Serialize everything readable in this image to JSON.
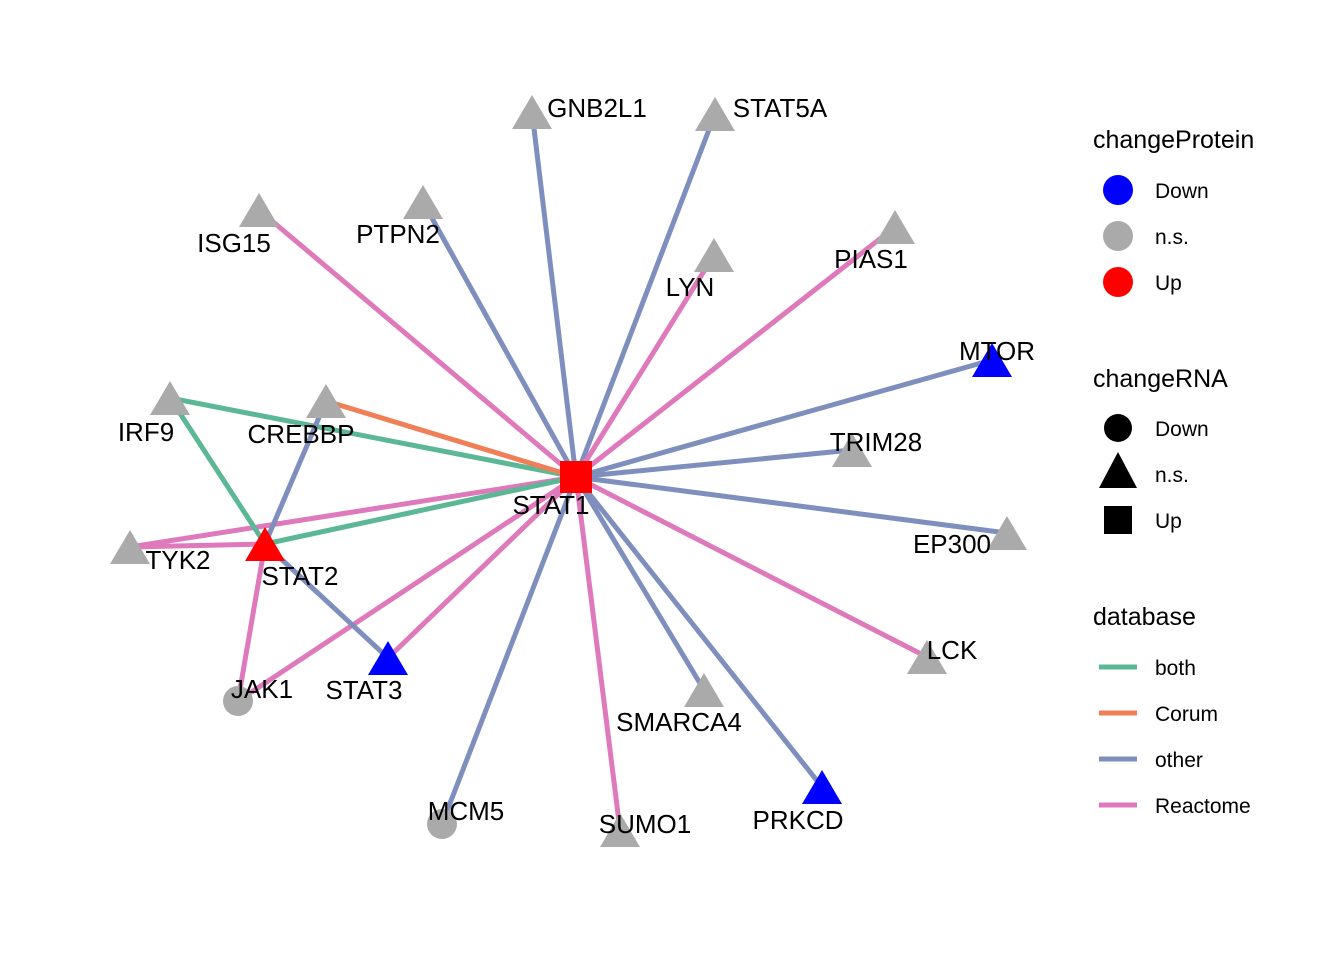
{
  "colors": {
    "protein": {
      "Down": "#0000FF",
      "n.s.": "#AAAAAA",
      "Up": "#FF0000"
    },
    "database": {
      "both": "#5BB795",
      "Corum": "#F07F57",
      "other": "#7F8FBD",
      "Reactome": "#DE79BC"
    },
    "legend_shape_fill": "#000000"
  },
  "nodes": [
    {
      "id": "STAT1",
      "label": "STAT1",
      "protein": "Up",
      "rna": "Up"
    },
    {
      "id": "GNB2L1",
      "label": "GNB2L1",
      "protein": "n.s.",
      "rna": "n.s."
    },
    {
      "id": "STAT5A",
      "label": "STAT5A",
      "protein": "n.s.",
      "rna": "n.s."
    },
    {
      "id": "ISG15",
      "label": "ISG15",
      "protein": "n.s.",
      "rna": "n.s."
    },
    {
      "id": "PTPN2",
      "label": "PTPN2",
      "protein": "n.s.",
      "rna": "n.s."
    },
    {
      "id": "LYN",
      "label": "LYN",
      "protein": "n.s.",
      "rna": "n.s."
    },
    {
      "id": "PIAS1",
      "label": "PIAS1",
      "protein": "n.s.",
      "rna": "n.s."
    },
    {
      "id": "MTOR",
      "label": "MTOR",
      "protein": "Down",
      "rna": "n.s."
    },
    {
      "id": "IRF9",
      "label": "IRF9",
      "protein": "n.s.",
      "rna": "n.s."
    },
    {
      "id": "CREBBP",
      "label": "CREBBP",
      "protein": "n.s.",
      "rna": "n.s."
    },
    {
      "id": "TRIM28",
      "label": "TRIM28",
      "protein": "n.s.",
      "rna": "n.s."
    },
    {
      "id": "EP300",
      "label": "EP300",
      "protein": "n.s.",
      "rna": "n.s."
    },
    {
      "id": "TYK2",
      "label": "TYK2",
      "protein": "n.s.",
      "rna": "n.s."
    },
    {
      "id": "STAT2",
      "label": "STAT2",
      "protein": "Up",
      "rna": "n.s."
    },
    {
      "id": "LCK",
      "label": "LCK",
      "protein": "n.s.",
      "rna": "n.s."
    },
    {
      "id": "JAK1",
      "label": "JAK1",
      "protein": "n.s.",
      "rna": "Down"
    },
    {
      "id": "STAT3",
      "label": "STAT3",
      "protein": "Down",
      "rna": "n.s."
    },
    {
      "id": "SMARCA4",
      "label": "SMARCA4",
      "protein": "n.s.",
      "rna": "n.s."
    },
    {
      "id": "MCM5",
      "label": "MCM5",
      "protein": "n.s.",
      "rna": "Down"
    },
    {
      "id": "SUMO1",
      "label": "SUMO1",
      "protein": "n.s.",
      "rna": "n.s."
    },
    {
      "id": "PRKCD",
      "label": "PRKCD",
      "protein": "Down",
      "rna": "n.s."
    }
  ],
  "edges": [
    {
      "source": "STAT1",
      "target": "GNB2L1",
      "database": "other"
    },
    {
      "source": "STAT1",
      "target": "STAT5A",
      "database": "other"
    },
    {
      "source": "STAT1",
      "target": "ISG15",
      "database": "Reactome"
    },
    {
      "source": "STAT1",
      "target": "PTPN2",
      "database": "other"
    },
    {
      "source": "STAT1",
      "target": "LYN",
      "database": "Reactome"
    },
    {
      "source": "STAT1",
      "target": "PIAS1",
      "database": "Reactome"
    },
    {
      "source": "STAT1",
      "target": "MTOR",
      "database": "other"
    },
    {
      "source": "STAT1",
      "target": "IRF9",
      "database": "both"
    },
    {
      "source": "STAT1",
      "target": "CREBBP",
      "database": "Corum"
    },
    {
      "source": "STAT1",
      "target": "TRIM28",
      "database": "other"
    },
    {
      "source": "STAT1",
      "target": "EP300",
      "database": "other"
    },
    {
      "source": "STAT1",
      "target": "TYK2",
      "database": "Reactome"
    },
    {
      "source": "STAT1",
      "target": "STAT2",
      "database": "both"
    },
    {
      "source": "STAT1",
      "target": "LCK",
      "database": "Reactome"
    },
    {
      "source": "STAT1",
      "target": "JAK1",
      "database": "Reactome"
    },
    {
      "source": "STAT1",
      "target": "STAT3",
      "database": "Reactome"
    },
    {
      "source": "STAT1",
      "target": "SMARCA4",
      "database": "other"
    },
    {
      "source": "STAT1",
      "target": "MCM5",
      "database": "other"
    },
    {
      "source": "STAT1",
      "target": "SUMO1",
      "database": "Reactome"
    },
    {
      "source": "STAT1",
      "target": "PRKCD",
      "database": "other"
    },
    {
      "source": "STAT2",
      "target": "IRF9",
      "database": "both"
    },
    {
      "source": "STAT2",
      "target": "CREBBP",
      "database": "other"
    },
    {
      "source": "STAT2",
      "target": "TYK2",
      "database": "Reactome"
    },
    {
      "source": "STAT2",
      "target": "JAK1",
      "database": "Reactome"
    },
    {
      "source": "STAT2",
      "target": "STAT3",
      "database": "other"
    }
  ],
  "legend": {
    "changeProtein": {
      "title": "changeProtein",
      "items": [
        "Down",
        "n.s.",
        "Up"
      ]
    },
    "changeRNA": {
      "title": "changeRNA",
      "items": [
        {
          "label": "Down",
          "shape": "circle"
        },
        {
          "label": "n.s.",
          "shape": "triangle"
        },
        {
          "label": "Up",
          "shape": "square"
        }
      ]
    },
    "database": {
      "title": "database",
      "items": [
        "both",
        "Corum",
        "other",
        "Reactome"
      ]
    }
  }
}
